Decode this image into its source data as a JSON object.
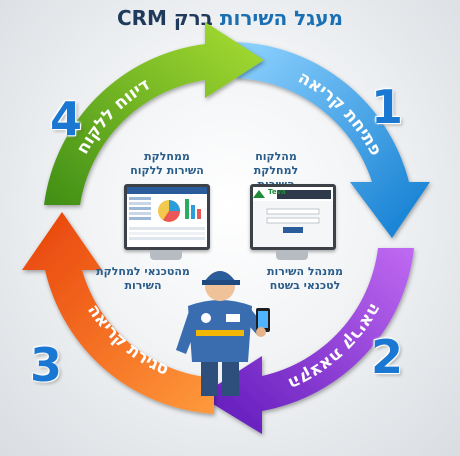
{
  "title": {
    "main": "מעגל השירות",
    "crm": "ברק CRM"
  },
  "steps": [
    {
      "number": "1",
      "label": "פתיחת קריאה"
    },
    {
      "number": "2",
      "label": "הקצאת קריאה"
    },
    {
      "number": "3",
      "label": "סגירת קריאה"
    },
    {
      "number": "4",
      "label": "דיווח ללקוח"
    }
  ],
  "notes": {
    "top_right": "מהלקוח למחלקת השירות",
    "top_left": "ממחלקת השירות ללקוח",
    "bottom_right": "ממנהל השירות לטכנאי בשטח",
    "bottom_left": "מהטכנאי למחלקת השירות"
  },
  "screens": {
    "logo_text": "Teva"
  },
  "colors": {
    "arrow1": "#1f9be0",
    "arrow2": "#8a2ad8",
    "arrow3": "#f05a0e",
    "arrow4": "#6bb51e",
    "numbers": "#1a77d2",
    "title": "#1b6fb3"
  }
}
